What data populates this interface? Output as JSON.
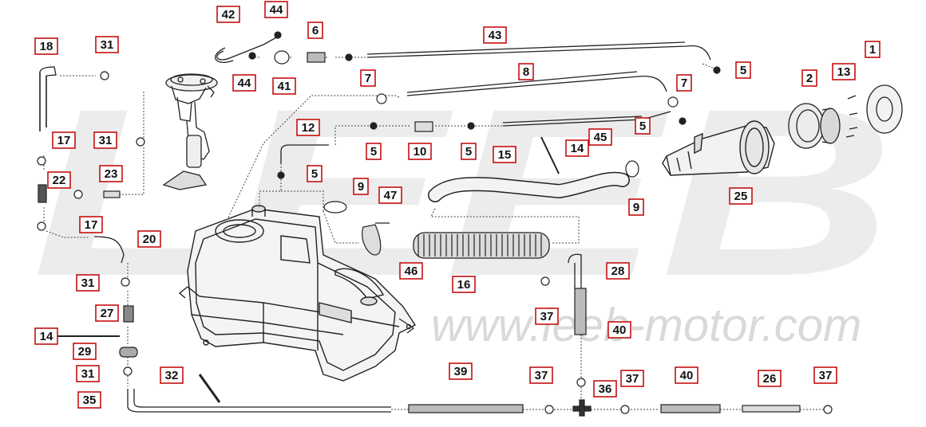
{
  "diagram": {
    "watermark_logo": "LEEB",
    "watermark_url": "www.leeb-motor.com",
    "colors": {
      "label_border": "#c00000",
      "line": "#222222",
      "watermark": "#e6e6e6"
    },
    "callouts": [
      "1",
      "2",
      "13",
      "5",
      "43",
      "44",
      "6",
      "42",
      "44",
      "41",
      "18",
      "31",
      "7",
      "8",
      "7",
      "31",
      "12",
      "5",
      "10",
      "5",
      "45",
      "5",
      "14",
      "15",
      "25",
      "17",
      "22",
      "23",
      "5",
      "9",
      "47",
      "9",
      "17",
      "20",
      "46",
      "16",
      "28",
      "37",
      "31",
      "27",
      "40",
      "14",
      "29",
      "31",
      "32",
      "39",
      "37",
      "36",
      "37",
      "40",
      "26",
      "37",
      "35"
    ]
  }
}
